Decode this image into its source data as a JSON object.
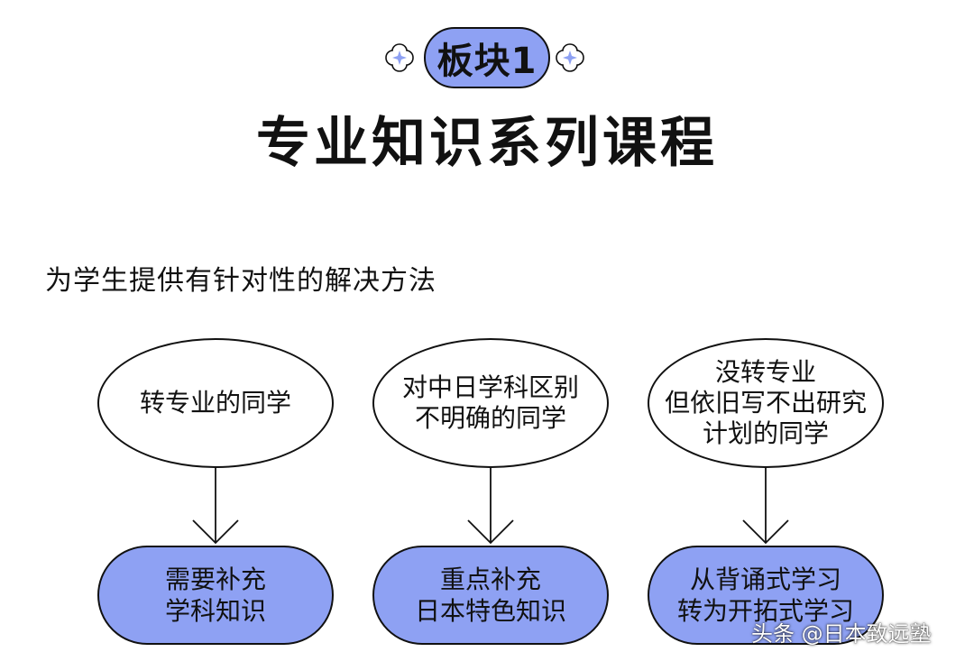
{
  "header": {
    "badge_label": "板块1",
    "title": "专业知识系列课程"
  },
  "subtitle": "为学生提供有针对性的解决方法",
  "columns": [
    {
      "problem": [
        "转专业的同学"
      ],
      "solution": [
        "需要补充",
        "学科知识"
      ]
    },
    {
      "problem": [
        "对中日学科区别",
        "不明确的同学"
      ],
      "solution": [
        "重点补充",
        "日本特色知识"
      ]
    },
    {
      "problem": [
        "没转专业",
        "但依旧写不出研究",
        "计划的同学"
      ],
      "solution": [
        "从背诵式学习",
        "转为开拓式学习"
      ]
    }
  ],
  "watermark": "头条 @日本致远塾",
  "colors": {
    "accent": "#8ea1f3",
    "outline": "#111111",
    "background": "#ffffff"
  },
  "icons": {
    "badge_decoration": "sparkle-icon"
  }
}
